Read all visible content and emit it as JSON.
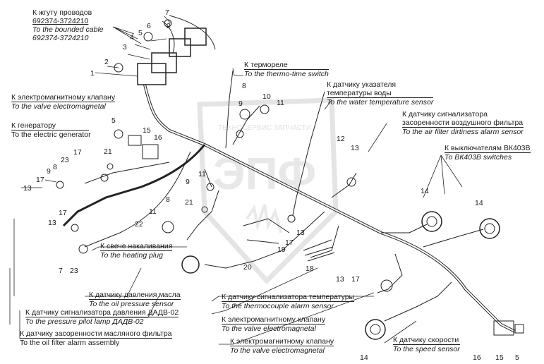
{
  "watermark": {
    "line1": "ТЕХНОСЕРВИС ЗАПЧАСТИ",
    "logo": "ЭПФ"
  },
  "colors": {
    "line": "#222222",
    "watermark": "#cfcfcf"
  },
  "labels": {
    "bounded_cable": {
      "ru": "К жгуту проводов",
      "ru_code": "692374-3724210",
      "en": "To the bounded cable",
      "en_code": "692374-3724210"
    },
    "thermo_relay": {
      "ru": "К термореле",
      "en": "To the thermo-time switch"
    },
    "water_temp": {
      "ru1": "К датчику указателя",
      "ru2": "температуры воды",
      "en": "To the water temperature sensor"
    },
    "valve_em_1": {
      "ru": "К электромагнитному клапану",
      "en": "To the valve electromagnetal"
    },
    "generator": {
      "ru": "К генератору",
      "en": "To the electric generator"
    },
    "air_filter": {
      "ru1": "К датчику сигнализатора",
      "ru2": "засоренности воздушного фильтра",
      "en": "To the air filter dirtiness alarm sensor"
    },
    "switches": {
      "ru": "К выключателям ВК403В",
      "en": "To ВК403В switches"
    },
    "heating_plug": {
      "ru": "К свече накаливания",
      "en": "To the heating plug"
    },
    "oil_pressure": {
      "ru": "К датчику давления масла",
      "en": "To the oil pressure sensor"
    },
    "pilot_lamp": {
      "ru": "К датчику сигнализатора давления ДАДВ-02",
      "en": "To the pressure pilot lamp ДАДВ-02"
    },
    "oil_filter": {
      "ru": "К датчику засоренности масляного фильтра",
      "en": "To the oil filter alarm assembly"
    },
    "thermocouple": {
      "ru": "К датчику сигнализатора температуры",
      "en": "To the thermocouple alarm sensor"
    },
    "valve_em_2": {
      "ru": "К электромагнитному клапану",
      "en": "To the valve electromagnetal"
    },
    "valve_em_3": {
      "ru": "К электромагнитному клапану",
      "en": "To the valve electromagnetal"
    },
    "speed": {
      "ru": "К датчику скорости",
      "en": "To the speed sensor"
    }
  },
  "callouts": [
    "1",
    "2",
    "3",
    "4",
    "5",
    "6",
    "7",
    "2",
    "8",
    "10",
    "11",
    "9",
    "5",
    "15",
    "16",
    "12",
    "13",
    "17",
    "23",
    "8",
    "9",
    "13",
    "17",
    "21",
    "11",
    "9",
    "21",
    "22",
    "11",
    "8",
    "13",
    "17",
    "19",
    "18",
    "14",
    "14",
    "17",
    "23",
    "13",
    "7",
    "20",
    "13",
    "17",
    "14",
    "16",
    "15",
    "5"
  ]
}
